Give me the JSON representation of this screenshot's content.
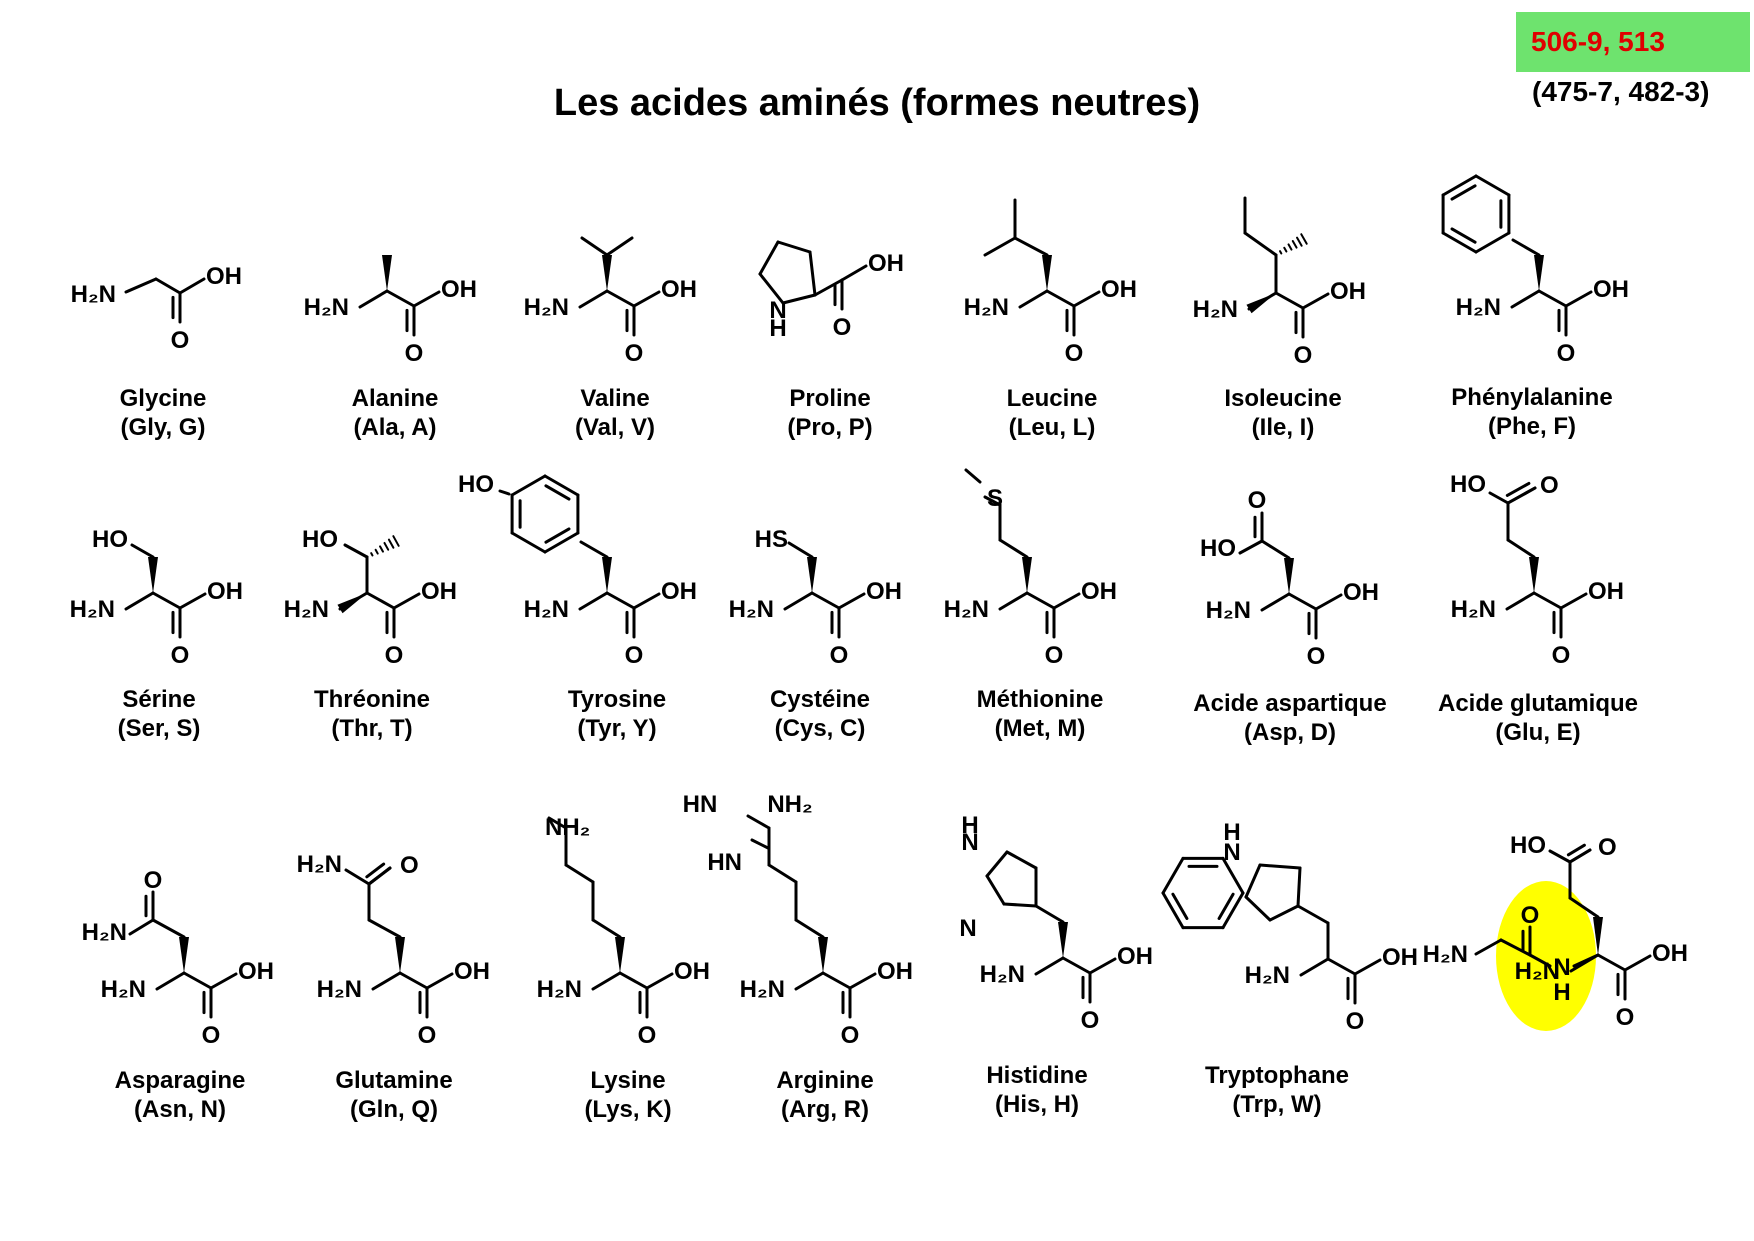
{
  "title": "Les acides aminés (formes neutres)",
  "pages": {
    "primary": "506-9, 513",
    "secondary": "(475-7, 482-3)"
  },
  "colors": {
    "badge_bg": "#6ee36e",
    "badge_fg": "#e00000",
    "highlight": "#ffff00"
  },
  "amino_acids": [
    {
      "name": "Glycine",
      "abbr": "(Gly, G)"
    },
    {
      "name": "Alanine",
      "abbr": "(Ala, A)"
    },
    {
      "name": "Valine",
      "abbr": "(Val, V)"
    },
    {
      "name": "Proline",
      "abbr": "(Pro, P)"
    },
    {
      "name": "Leucine",
      "abbr": "(Leu, L)"
    },
    {
      "name": "Isoleucine",
      "abbr": "(Ile, I)"
    },
    {
      "name": "Phénylalanine",
      "abbr": "(Phe, F)"
    },
    {
      "name": "Sérine",
      "abbr": "(Ser, S)"
    },
    {
      "name": "Thréonine",
      "abbr": "(Thr, T)"
    },
    {
      "name": "Tyrosine",
      "abbr": "(Tyr, Y)"
    },
    {
      "name": "Cystéine",
      "abbr": "(Cys, C)"
    },
    {
      "name": "Méthionine",
      "abbr": "(Met, M)"
    },
    {
      "name": "Acide aspartique",
      "abbr": "(Asp, D)"
    },
    {
      "name": "Acide glutamique",
      "abbr": "(Glu, E)"
    },
    {
      "name": "Asparagine",
      "abbr": "(Asn, N)"
    },
    {
      "name": "Glutamine",
      "abbr": "(Gln, Q)"
    },
    {
      "name": "Lysine",
      "abbr": "(Lys, K)"
    },
    {
      "name": "Arginine",
      "abbr": "(Arg, R)"
    },
    {
      "name": "Histidine",
      "abbr": "(His, H)"
    },
    {
      "name": "Tryptophane",
      "abbr": "(Trp, W)"
    }
  ],
  "atoms": {
    "h2n": "H₂N",
    "oh": "OH",
    "o": "O",
    "ho": "HO",
    "hs": "HS",
    "s": "S",
    "nh": "N",
    "h": "H",
    "n": "N",
    "nh2": "NH₂",
    "hn": "HN"
  }
}
